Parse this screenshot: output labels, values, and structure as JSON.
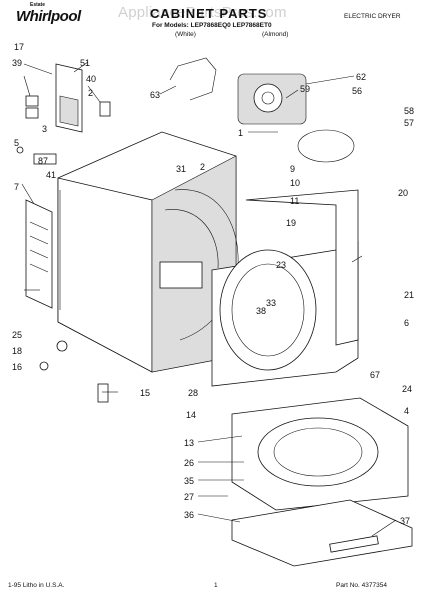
{
  "header": {
    "brand": "Whirlpool",
    "brand_superscript": "Estate",
    "title": "CABINET PARTS",
    "model_line": "For Models: LEP7868EQ0 LEP7868ET0",
    "color_white": "(White)",
    "color_almond": "(Almond)",
    "appliance_type": "ELECTRIC DRYER"
  },
  "watermark": "AppliancePartsPros.com",
  "footer": {
    "left": "1-95 Litho in U.S.A.",
    "page": "1",
    "part_no": "Part No. 4377354"
  },
  "callouts": [
    "17",
    "39",
    "51",
    "40",
    "2",
    "3",
    "5",
    "87",
    "41",
    "7",
    "63",
    "59",
    "62",
    "56",
    "1",
    "31",
    "2",
    "9",
    "10",
    "11",
    "58",
    "57",
    "20",
    "19",
    "23",
    "33",
    "38",
    "21",
    "6",
    "25",
    "18",
    "16",
    "15",
    "28",
    "14",
    "67",
    "24",
    "4",
    "13",
    "26",
    "35",
    "27",
    "36",
    "37"
  ]
}
